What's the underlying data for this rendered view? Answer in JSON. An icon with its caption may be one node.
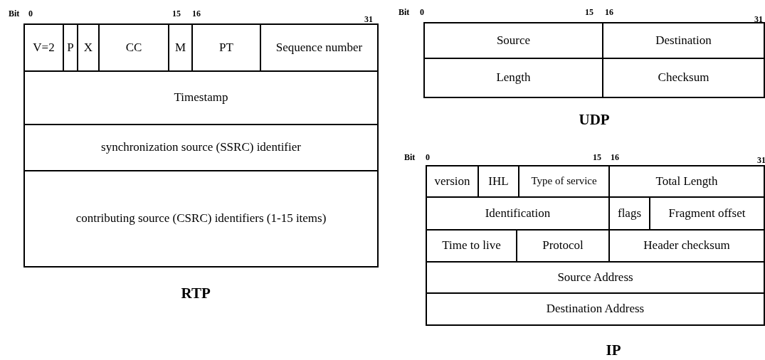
{
  "diagram": {
    "nodes": [
      {
        "text": [
          "V=2"
        ]
      },
      {
        "text": [
          "P"
        ]
      },
      {
        "text": [
          "X"
        ]
      },
      {
        "text": [
          "CC"
        ]
      },
      {
        "text": [
          "M"
        ]
      },
      {
        "text": [
          "PT"
        ]
      },
      {
        "text": [
          "Sequence number"
        ]
      },
      {
        "text": [
          "Timestamp"
        ]
      },
      {
        "text": [
          "synchronization source (SSRC) identifier"
        ]
      },
      {
        "text": [
          "contributing source (CSRC) identifiers (1-15 items)"
        ]
      },
      {
        "text": [
          "Source"
        ]
      },
      {
        "text": [
          "Destination"
        ]
      },
      {
        "text": [
          "Length"
        ]
      },
      {
        "text": [
          "Checksum"
        ]
      },
      {
        "text": [
          "version"
        ]
      },
      {
        "text": [
          "IHL"
        ]
      },
      {
        "text": [
          "Type of service"
        ]
      },
      {
        "text": [
          "Total Length"
        ]
      },
      {
        "text": [
          "Identification"
        ]
      },
      {
        "text": [
          "flags"
        ]
      },
      {
        "text": [
          "Fragment offset"
        ]
      },
      {
        "text": [
          "Time to live"
        ]
      },
      {
        "text": [
          "Protocol"
        ]
      },
      {
        "text": [
          "Header checksum"
        ]
      },
      {
        "text": [
          "Source Address"
        ]
      },
      {
        "text": [
          "Destination Address"
        ]
      }
    ],
    "labels": [
      "Bit",
      "0",
      "15",
      "16",
      "31",
      "Bit",
      "0",
      "15",
      "16",
      "31",
      "UDP",
      "Bit",
      "0",
      "15",
      "16",
      "31",
      "RTP",
      "IP"
    ]
  }
}
